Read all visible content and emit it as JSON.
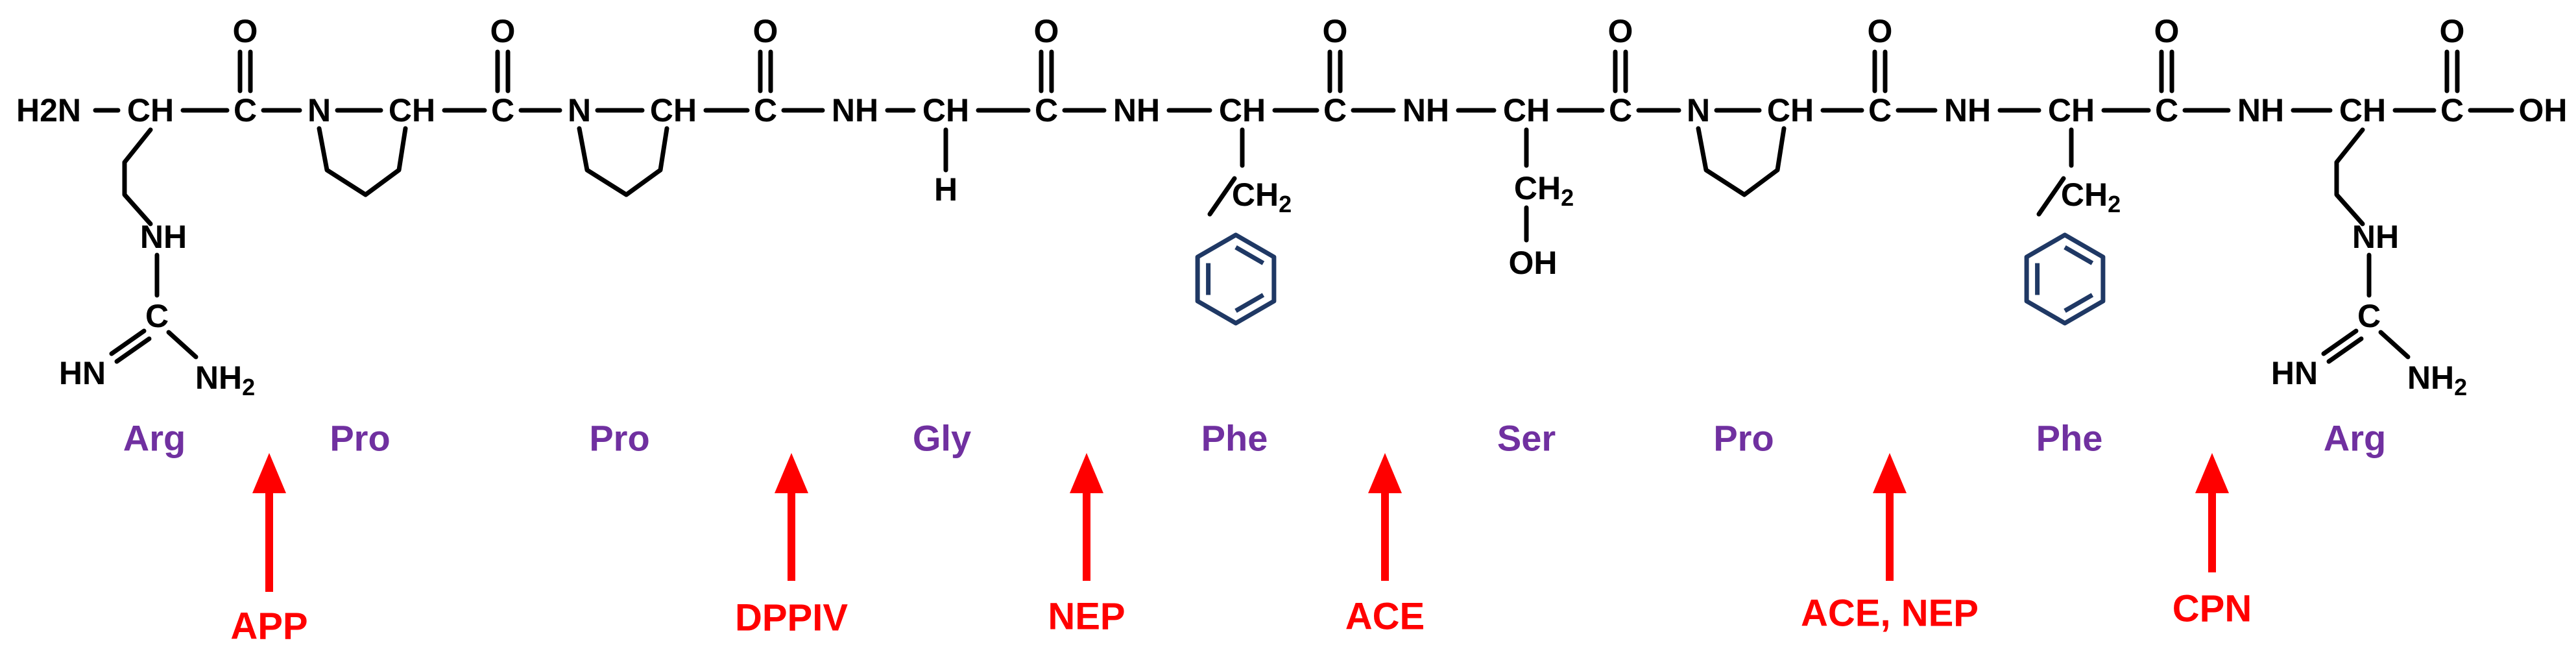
{
  "colors": {
    "structure": "#000000",
    "residue_label": "#7030A0",
    "enzyme": "#FF0000",
    "benzene_ring": "#1F3864"
  },
  "atoms": {
    "n_terminus": "H2N",
    "ch": "CH",
    "c": "C",
    "o": "O",
    "n": "N",
    "nh": "NH",
    "h": "H",
    "ch2": "CH2",
    "oh": "OH",
    "hn": "HN",
    "nh2": "NH2"
  },
  "residues": [
    "Arg",
    "Pro",
    "Pro",
    "Gly",
    "Phe",
    "Ser",
    "Pro",
    "Phe",
    "Arg"
  ],
  "cleavage_sites": [
    {
      "enzyme": "APP"
    },
    {
      "enzyme": "DPPIV"
    },
    {
      "enzyme": "NEP"
    },
    {
      "enzyme": "ACE"
    },
    {
      "enzyme": "ACE, NEP"
    },
    {
      "enzyme": "CPN"
    }
  ]
}
